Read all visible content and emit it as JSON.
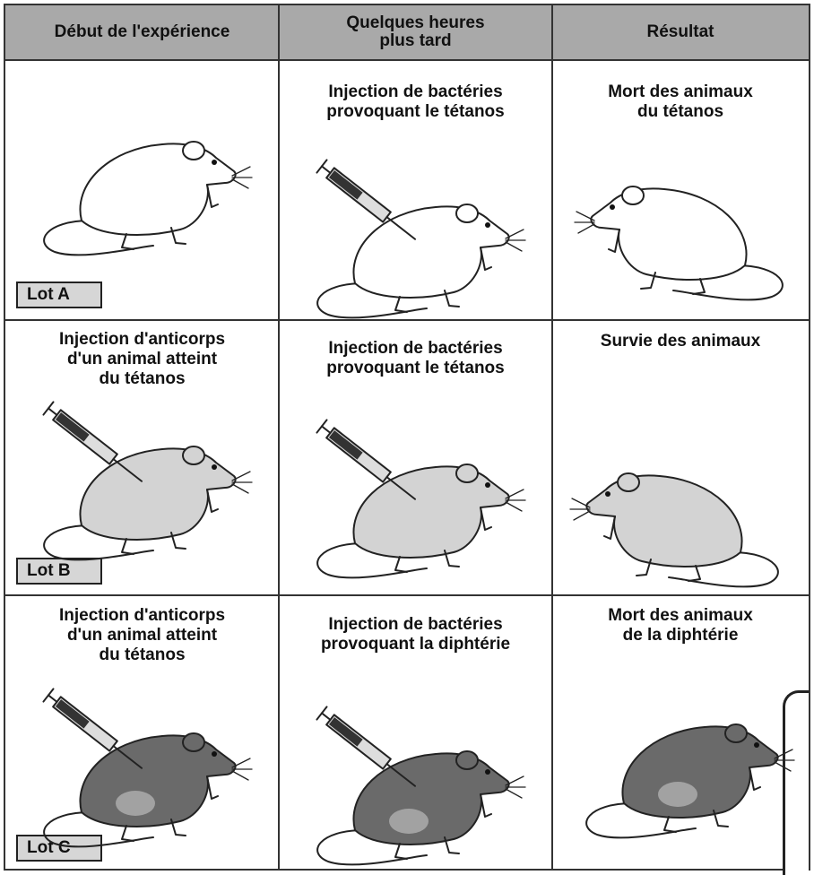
{
  "headers": {
    "col1": "Début de l'expérience",
    "col2_line1": "Quelques heures",
    "col2_line2": "plus tard",
    "col3": "Résultat"
  },
  "rows": [
    {
      "lot": "Lot A",
      "col1": [],
      "col2": [
        "Injection de bactéries",
        "provoquant le tétanos"
      ],
      "col3": [
        "Mort des animaux",
        "du tétanos"
      ],
      "shade": "#ffffff"
    },
    {
      "lot": "Lot B",
      "col1": [
        "Injection d'anticorps",
        "d'un animal atteint",
        "du tétanos"
      ],
      "col2": [
        "Injection de bactéries",
        "provoquant le tétanos"
      ],
      "col3": [
        "Survie des animaux"
      ],
      "shade": "#d3d3d3"
    },
    {
      "lot": "Lot C",
      "col1": [
        "Injection d'anticorps",
        "d'un animal atteint",
        "du tétanos"
      ],
      "col2": [
        "Injection de bactéries",
        "provoquant la diphtérie"
      ],
      "col3": [
        "Mort des animaux",
        "de la diphtérie"
      ],
      "shade": "#6a6a6a"
    }
  ],
  "colors": {
    "header_bg": "#a9a9a9",
    "lot_bg": "#d6d6d6",
    "border": "#333333"
  }
}
